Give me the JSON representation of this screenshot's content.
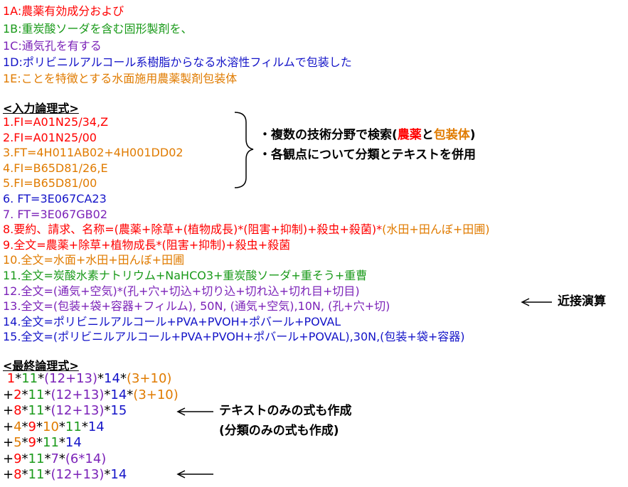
{
  "claims": [
    {
      "label": "1A:",
      "text": "農薬有効成分および",
      "color": "r"
    },
    {
      "label": "1B:",
      "text": "重炭酸ソーダを含む固形製剤を、",
      "color": "g"
    },
    {
      "label": "1C:",
      "text": "通気孔を有する",
      "color": "p"
    },
    {
      "label": "1D:",
      "text": "ポリビニルアルコール系樹脂からなる水溶性フィルムで包装した",
      "color": "b"
    },
    {
      "label": "1E:",
      "text": "ことを特徴とする水面施用農薬製剤包装体",
      "color": "o"
    }
  ],
  "input_header": "<入力論理式>",
  "input_lines": [
    {
      "text": "1.FI=A01N25/34,Z",
      "color": "r"
    },
    {
      "text": "2.FI=A01N25/00",
      "color": "r"
    },
    {
      "text": "3.FT=4H011AB02+4H001DD02",
      "color": "o"
    },
    {
      "text": "4.FI=B65D81/26,E",
      "color": "o"
    },
    {
      "text": "5.FI=B65D81/00",
      "color": "o"
    },
    {
      "text": "6. FT=3E067CA23",
      "color": "b"
    },
    {
      "text": "7. FT=3E067GB02",
      "color": "p"
    },
    {
      "text": "8.要約、請求、名称=(農薬+除草+(植物成長)*(阻害+抑制)+殺虫+殺菌)*",
      "color": "r",
      "tail": "(水田+田んぼ+田圃)",
      "tail_color": "o"
    },
    {
      "text": "9.全文=農薬+除草+植物成長*(阻害+抑制)+殺虫+殺菌",
      "color": "r"
    },
    {
      "text": "10.全文=水面+水田+田んぼ+田圃",
      "color": "o"
    },
    {
      "text": "11.全文=炭酸水素ナトリウム+NaHCO3+重炭酸ソーダ+重そう+重曹",
      "color": "g"
    },
    {
      "text": "12.全文=(通気+空気)*(孔+穴+切込+切り込+切れ込+切れ目+切目)",
      "color": "p"
    },
    {
      "text": "13.全文=(包装+袋+容器+フィルム), 50N, (通気+空気),10N, (孔+穴+切)",
      "color": "p"
    },
    {
      "text": "14.全文=ポリビニルアルコール+PVA+PVOH+ポバール+POVAL",
      "color": "b"
    },
    {
      "text": "15.全文=(ポリビニルアルコール+PVA+PVOH+ポバール+POVAL),30N,(包装+袋+容器)",
      "color": "b"
    }
  ],
  "bracket_notes": {
    "note1_prefix": "・複数の技術分野で検索(",
    "note1_a": "農薬",
    "note1_mid": "と",
    "note1_b": "包装体",
    "note1_suffix": ")",
    "note2": "・各観点について分類とテキストを併用"
  },
  "proximity_note": "近接演算",
  "final_header": "<最終論理式>",
  "final_lines": [
    [
      {
        "t": " ",
        "c": "k"
      },
      {
        "t": "1",
        "c": "r"
      },
      {
        "t": "*",
        "c": "k"
      },
      {
        "t": "11",
        "c": "g"
      },
      {
        "t": "*",
        "c": "k"
      },
      {
        "t": "(12+13)",
        "c": "p"
      },
      {
        "t": "*",
        "c": "k"
      },
      {
        "t": "14",
        "c": "b"
      },
      {
        "t": "*",
        "c": "k"
      },
      {
        "t": "(3+10)",
        "c": "o"
      }
    ],
    [
      {
        "t": "+",
        "c": "k"
      },
      {
        "t": "2",
        "c": "r"
      },
      {
        "t": "*",
        "c": "k"
      },
      {
        "t": "11",
        "c": "g"
      },
      {
        "t": "*",
        "c": "k"
      },
      {
        "t": "(12+13)",
        "c": "p"
      },
      {
        "t": "*",
        "c": "k"
      },
      {
        "t": "14",
        "c": "b"
      },
      {
        "t": "*",
        "c": "k"
      },
      {
        "t": "(3+10)",
        "c": "o"
      }
    ],
    [
      {
        "t": "+",
        "c": "k"
      },
      {
        "t": "8",
        "c": "r"
      },
      {
        "t": "*",
        "c": "k"
      },
      {
        "t": "11",
        "c": "g"
      },
      {
        "t": "*",
        "c": "k"
      },
      {
        "t": "(12+13)",
        "c": "p"
      },
      {
        "t": "*",
        "c": "k"
      },
      {
        "t": "15",
        "c": "b"
      }
    ],
    [
      {
        "t": "+",
        "c": "k"
      },
      {
        "t": "4",
        "c": "o"
      },
      {
        "t": "*",
        "c": "k"
      },
      {
        "t": "9",
        "c": "r"
      },
      {
        "t": "*",
        "c": "k"
      },
      {
        "t": "10",
        "c": "o"
      },
      {
        "t": "*",
        "c": "k"
      },
      {
        "t": "11",
        "c": "g"
      },
      {
        "t": "*",
        "c": "k"
      },
      {
        "t": "14",
        "c": "b"
      }
    ],
    [
      {
        "t": "+",
        "c": "k"
      },
      {
        "t": "5",
        "c": "o"
      },
      {
        "t": "*",
        "c": "k"
      },
      {
        "t": "9",
        "c": "r"
      },
      {
        "t": "*",
        "c": "k"
      },
      {
        "t": "11",
        "c": "g"
      },
      {
        "t": "*",
        "c": "k"
      },
      {
        "t": "14",
        "c": "b"
      }
    ],
    [
      {
        "t": "+",
        "c": "k"
      },
      {
        "t": "9",
        "c": "r"
      },
      {
        "t": "*",
        "c": "k"
      },
      {
        "t": "11",
        "c": "g"
      },
      {
        "t": "*",
        "c": "k"
      },
      {
        "t": "7",
        "c": "p"
      },
      {
        "t": "*",
        "c": "k"
      },
      {
        "t": "(6*14)",
        "c": "p"
      }
    ],
    [
      {
        "t": "+",
        "c": "k"
      },
      {
        "t": "8",
        "c": "r"
      },
      {
        "t": "*",
        "c": "k"
      },
      {
        "t": "11",
        "c": "g"
      },
      {
        "t": "*",
        "c": "k"
      },
      {
        "t": "(12+13)",
        "c": "p"
      },
      {
        "t": "*",
        "c": "k"
      },
      {
        "t": "14",
        "c": "b"
      }
    ]
  ],
  "text_only_note": "テキストのみの式も作成",
  "class_only_note": "(分類のみの式も作成)"
}
